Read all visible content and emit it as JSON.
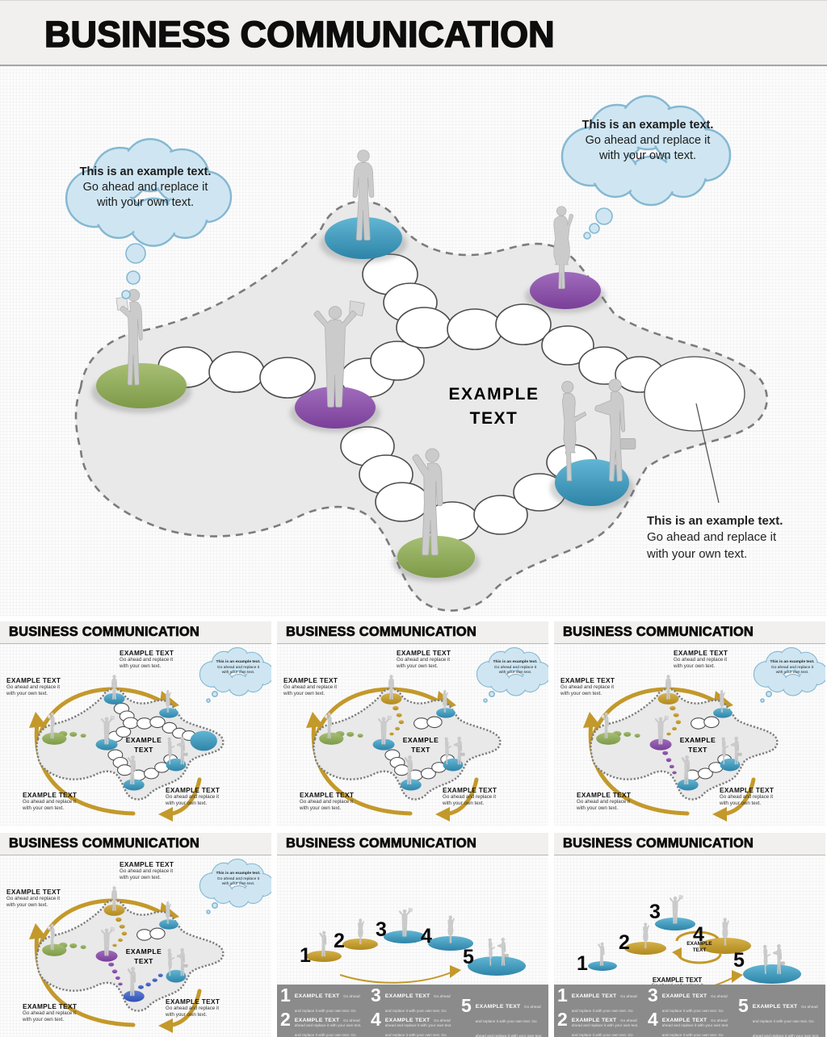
{
  "colors": {
    "teal": "#3b9cc0",
    "purple": "#8a52a8",
    "green": "#93ac60",
    "gold": "#c3992b",
    "blue": "#3f63c8",
    "bubble_fill": "#cfe6f2",
    "bubble_stroke": "#85b8d2",
    "blob_fill": "#e9e9e9",
    "blob_stroke": "#7c7c7c",
    "people": "#cbcbcb",
    "band_bg": "#8b8b8b",
    "header_bg": "#f1f0ee",
    "title_color": "#0d0d0d",
    "slide_bg": "#fcfcfc"
  },
  "header": {
    "title": "BUSINESS COMMUNICATION"
  },
  "main_slide": {
    "center_line1": "EXAMPLE",
    "center_line2": "TEXT",
    "bubble": {
      "bold": "This is an example text.",
      "line2": "Go ahead and replace it",
      "line3": "with your own text."
    },
    "callout": {
      "bold": "This is an example text.",
      "line2": "Go ahead and replace it",
      "line3": "with your own text."
    }
  },
  "thumb": {
    "title": "BUSINESS COMMUNICATION",
    "label": {
      "heading": "EXAMPLE TEXT",
      "sub1": "Go ahead and replace it",
      "sub2": "with your own text."
    },
    "bubble": {
      "l1": "This is an example text.",
      "l2": "Go ahead and replace it",
      "l3": "with your own text."
    },
    "center1": "EXAMPLE",
    "center2": "TEXT",
    "cycle1": "EXAMPLE",
    "cycle2": "TEXT",
    "arrow_label": {
      "heading": "EXAMPLE TEXT",
      "sub1": "Go ahead and replace it",
      "sub2": "with your own text."
    }
  },
  "steps": {
    "numbers": [
      "1",
      "2",
      "3",
      "4",
      "5"
    ],
    "items": [
      {
        "num": "1",
        "heading": "EXAMPLE TEXT",
        "body": "Go ahead and replace it with your own text. Go ahead and replace it with your own text. This is an example text. This is an example text"
      },
      {
        "num": "2",
        "heading": "EXAMPLE TEXT",
        "body": "Go ahead and replace it with your own text. Go ahead and replace it with your own text. This is an example text. This is an example text"
      },
      {
        "num": "3",
        "heading": "EXAMPLE TEXT",
        "body": "Go ahead and replace it with your own text. Go ahead and replace it with your own text. This is an example text. This is an example text"
      },
      {
        "num": "4",
        "heading": "EXAMPLE TEXT",
        "body": "Go ahead and replace it with your own text. Go ahead and replace it with your own text. This is an example text. This is an example text"
      },
      {
        "num": "5",
        "heading": "EXAMPLE TEXT",
        "body": "Go ahead and replace it with your own text. Go ahead and replace it with your own text. This is an example text. This is an example text"
      }
    ]
  }
}
